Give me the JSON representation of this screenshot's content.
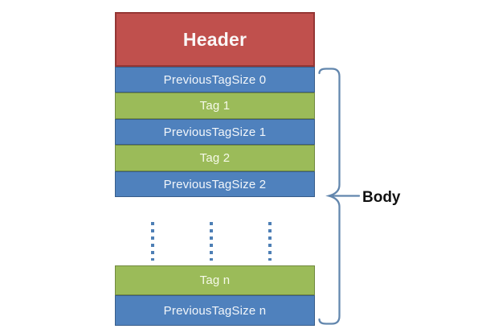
{
  "diagram": {
    "description": "FLV file structure block diagram",
    "blocks": [
      {
        "id": "header",
        "label": "Header"
      },
      {
        "id": "pts0",
        "label": "PreviousTagSize 0"
      },
      {
        "id": "tag1",
        "label": "Tag 1"
      },
      {
        "id": "pts1",
        "label": "PreviousTagSize 1"
      },
      {
        "id": "tag2",
        "label": "Tag 2"
      },
      {
        "id": "pts2",
        "label": "PreviousTagSize 2"
      },
      {
        "id": "tagn",
        "label": "Tag n"
      },
      {
        "id": "ptsn",
        "label": "PreviousTagSize n"
      }
    ],
    "ellipsis": {
      "dotted_line_count": 3
    },
    "brace": {
      "label": "Body"
    },
    "colors": {
      "header_fill": "#C0504D",
      "header_border": "#943634",
      "size_fill": "#4F81BD",
      "size_border": "#385D8A",
      "tag_fill": "#9BBB59",
      "tag_border": "#71893F",
      "dot_color": "#4E7FB5",
      "brace_stroke": "#6286AD",
      "body_text": "#111111"
    }
  }
}
